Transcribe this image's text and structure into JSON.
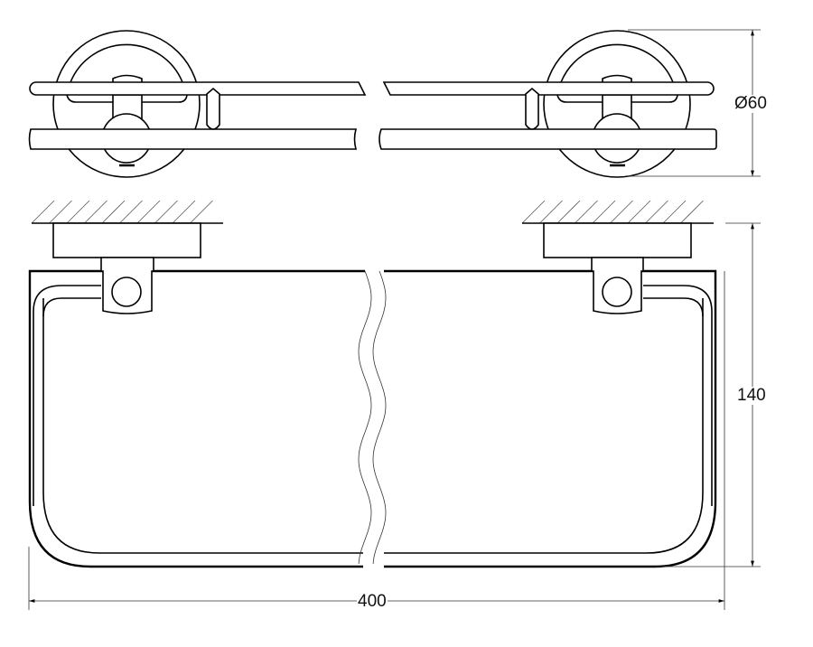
{
  "dimensions": {
    "diameter": "Ø60",
    "depth": "140",
    "width": "400"
  },
  "colors": {
    "line": "#000000",
    "dimension": "#333333",
    "background": "#ffffff"
  }
}
